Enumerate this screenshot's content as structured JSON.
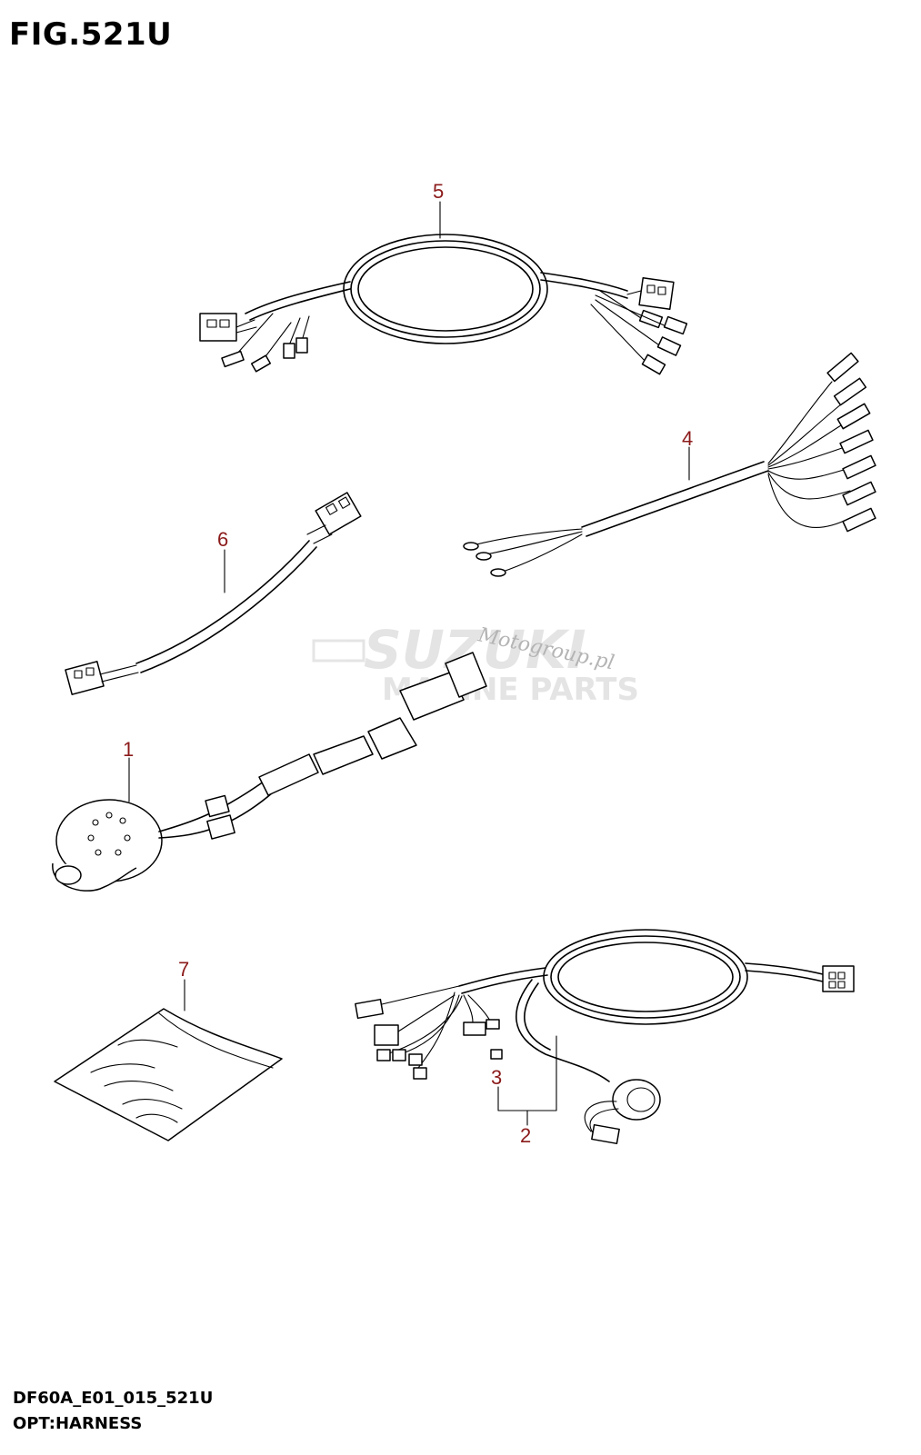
{
  "figure": {
    "title": "FIG.521U",
    "code": "DF60A_E01_015_521U",
    "name": "OPT:HARNESS"
  },
  "watermark": {
    "brand": "SUZUKI",
    "line2": "MARINE PARTS",
    "site": "Motogroup.pl",
    "color": "#c8c8c8"
  },
  "callouts": [
    {
      "id": "1",
      "label": "1"
    },
    {
      "id": "2",
      "label": "2"
    },
    {
      "id": "3",
      "label": "3"
    },
    {
      "id": "4",
      "label": "4"
    },
    {
      "id": "5",
      "label": "5"
    },
    {
      "id": "6",
      "label": "6"
    },
    {
      "id": "7",
      "label": "7"
    }
  ],
  "colors": {
    "callout": "#8b1a1a",
    "line": "#000000"
  }
}
